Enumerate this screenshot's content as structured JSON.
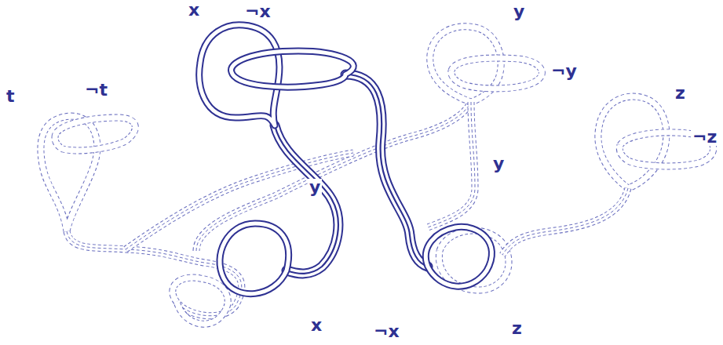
{
  "diagram": {
    "labels": [
      "x",
      "¬x",
      "y",
      "¬y",
      "t",
      "¬t",
      "z",
      "¬z",
      "y",
      "y",
      "x",
      "¬x",
      "z"
    ]
  }
}
